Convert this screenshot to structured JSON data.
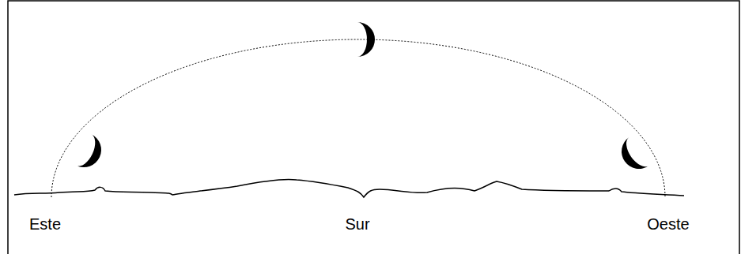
{
  "diagram": {
    "labels": [
      "Este",
      "Sur",
      "Oeste"
    ]
  }
}
